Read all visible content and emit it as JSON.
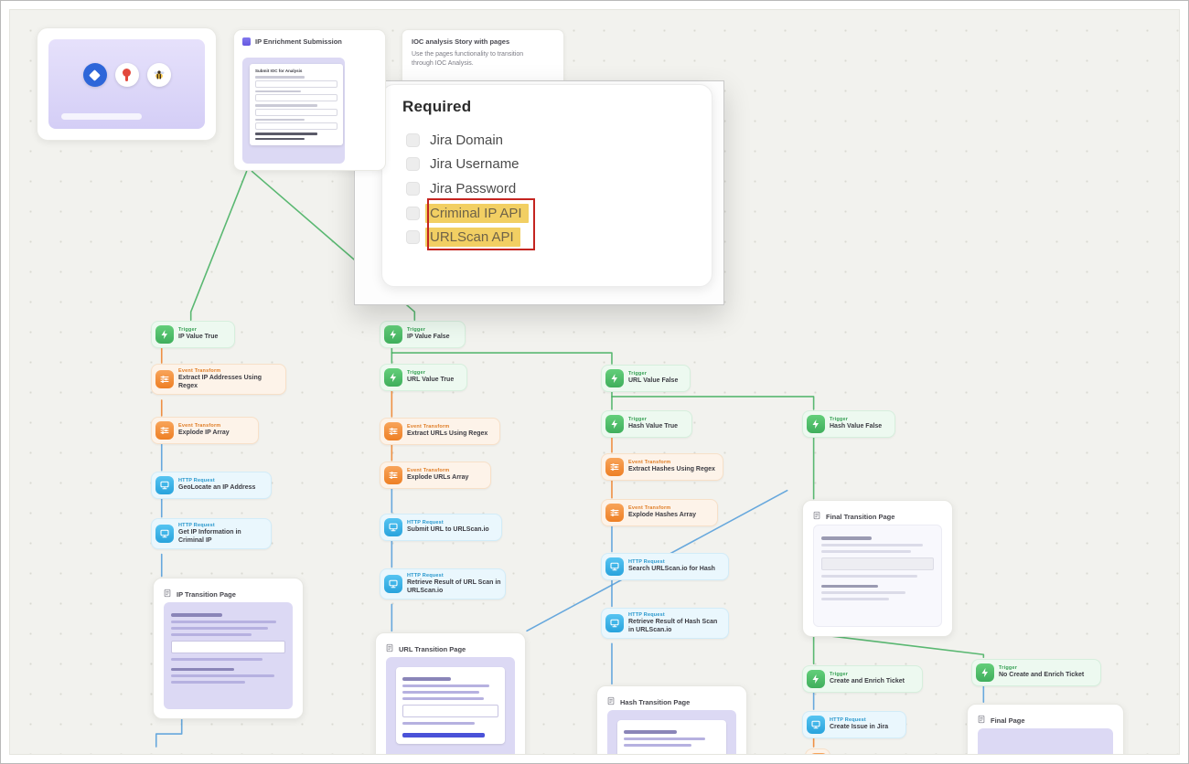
{
  "colors": {
    "trigger": "#3fae5c",
    "event_transform": "#ee7f24",
    "http_request": "#28a3dc",
    "page_link": "#4f9bd9",
    "highlight_fill": "#f2cf63",
    "highlight_border": "#c42420"
  },
  "story_thumbnail": {
    "icons": [
      "diamond-icon",
      "pin-icon",
      "bee-icon"
    ]
  },
  "submission_card": {
    "title": "IP Enrichment Submission",
    "form_title": "Submit IOC for Analysis"
  },
  "note_card": {
    "title": "IOC analysis Story with pages",
    "body": "Use the pages functionality to transition through IOC Analysis."
  },
  "required_panel": {
    "title": "Required",
    "items": [
      {
        "label": "Jira Domain",
        "highlighted": false
      },
      {
        "label": "Jira Username",
        "highlighted": false
      },
      {
        "label": "Jira Password",
        "highlighted": false
      },
      {
        "label": "Criminal IP API",
        "highlighted": true
      },
      {
        "label": "URLScan API",
        "highlighted": true
      }
    ]
  },
  "nodes": [
    {
      "id": "ip-value-true",
      "kind": "trigger",
      "kind_label": "Trigger",
      "title": "IP Value True"
    },
    {
      "id": "extract-ip-addresses",
      "kind": "event-transform",
      "kind_label": "Event Transform",
      "title": "Extract IP Addresses Using Regex"
    },
    {
      "id": "explode-ip-array",
      "kind": "event-transform",
      "kind_label": "Event Transform",
      "title": "Explode IP Array"
    },
    {
      "id": "geolocate-ip",
      "kind": "http-request",
      "kind_label": "HTTP Request",
      "title": "GeoLocate an IP Address"
    },
    {
      "id": "get-ip-info",
      "kind": "http-request",
      "kind_label": "HTTP Request",
      "title": "Get IP Information in Criminal IP"
    },
    {
      "id": "ip-value-false",
      "kind": "trigger",
      "kind_label": "Trigger",
      "title": "IP Value False"
    },
    {
      "id": "url-value-true",
      "kind": "trigger",
      "kind_label": "Trigger",
      "title": "URL Value True"
    },
    {
      "id": "extract-urls",
      "kind": "event-transform",
      "kind_label": "Event Transform",
      "title": "Extract URLs Using Regex"
    },
    {
      "id": "explode-urls-array",
      "kind": "event-transform",
      "kind_label": "Event Transform",
      "title": "Explode URLs Array"
    },
    {
      "id": "submit-url",
      "kind": "http-request",
      "kind_label": "HTTP Request",
      "title": "Submit URL to URLScan.io"
    },
    {
      "id": "retrieve-url-result",
      "kind": "http-request",
      "kind_label": "HTTP Request",
      "title": "Retrieve Result of URL Scan in URLScan.io"
    },
    {
      "id": "url-value-false",
      "kind": "trigger",
      "kind_label": "Trigger",
      "title": "URL Value False"
    },
    {
      "id": "hash-value-true",
      "kind": "trigger",
      "kind_label": "Trigger",
      "title": "Hash Value True"
    },
    {
      "id": "extract-hashes",
      "kind": "event-transform",
      "kind_label": "Event Transform",
      "title": "Extract Hashes Using Regex"
    },
    {
      "id": "explode-hashes-array",
      "kind": "event-transform",
      "kind_label": "Event Transform",
      "title": "Explode Hashes Array"
    },
    {
      "id": "search-urlscan-hash",
      "kind": "http-request",
      "kind_label": "HTTP Request",
      "title": "Search URLScan.io for Hash"
    },
    {
      "id": "retrieve-hash-result",
      "kind": "http-request",
      "kind_label": "HTTP Request",
      "title": "Retrieve Result of Hash Scan in URLScan.io"
    },
    {
      "id": "hash-value-false",
      "kind": "trigger",
      "kind_label": "Trigger",
      "title": "Hash Value False"
    },
    {
      "id": "create-enrich-ticket",
      "kind": "trigger",
      "kind_label": "Trigger",
      "title": "Create and Enrich Ticket"
    },
    {
      "id": "create-issue-jira",
      "kind": "http-request",
      "kind_label": "HTTP Request",
      "title": "Create Issue in Jira"
    },
    {
      "id": "no-create-enrich-ticket",
      "kind": "trigger",
      "kind_label": "Trigger",
      "title": "No Create and Enrich Ticket"
    },
    {
      "id": "partial-bottom",
      "kind": "event-transform",
      "kind_label": "",
      "title": ""
    }
  ],
  "pages": [
    {
      "id": "ip-transition-page",
      "title": "IP Transition Page"
    },
    {
      "id": "url-transition-page",
      "title": "URL Transition Page"
    },
    {
      "id": "hash-transition-page",
      "title": "Hash Transition Page"
    },
    {
      "id": "final-transition-page",
      "title": "Final Transition Page"
    },
    {
      "id": "final-page",
      "title": "Final Page"
    }
  ]
}
